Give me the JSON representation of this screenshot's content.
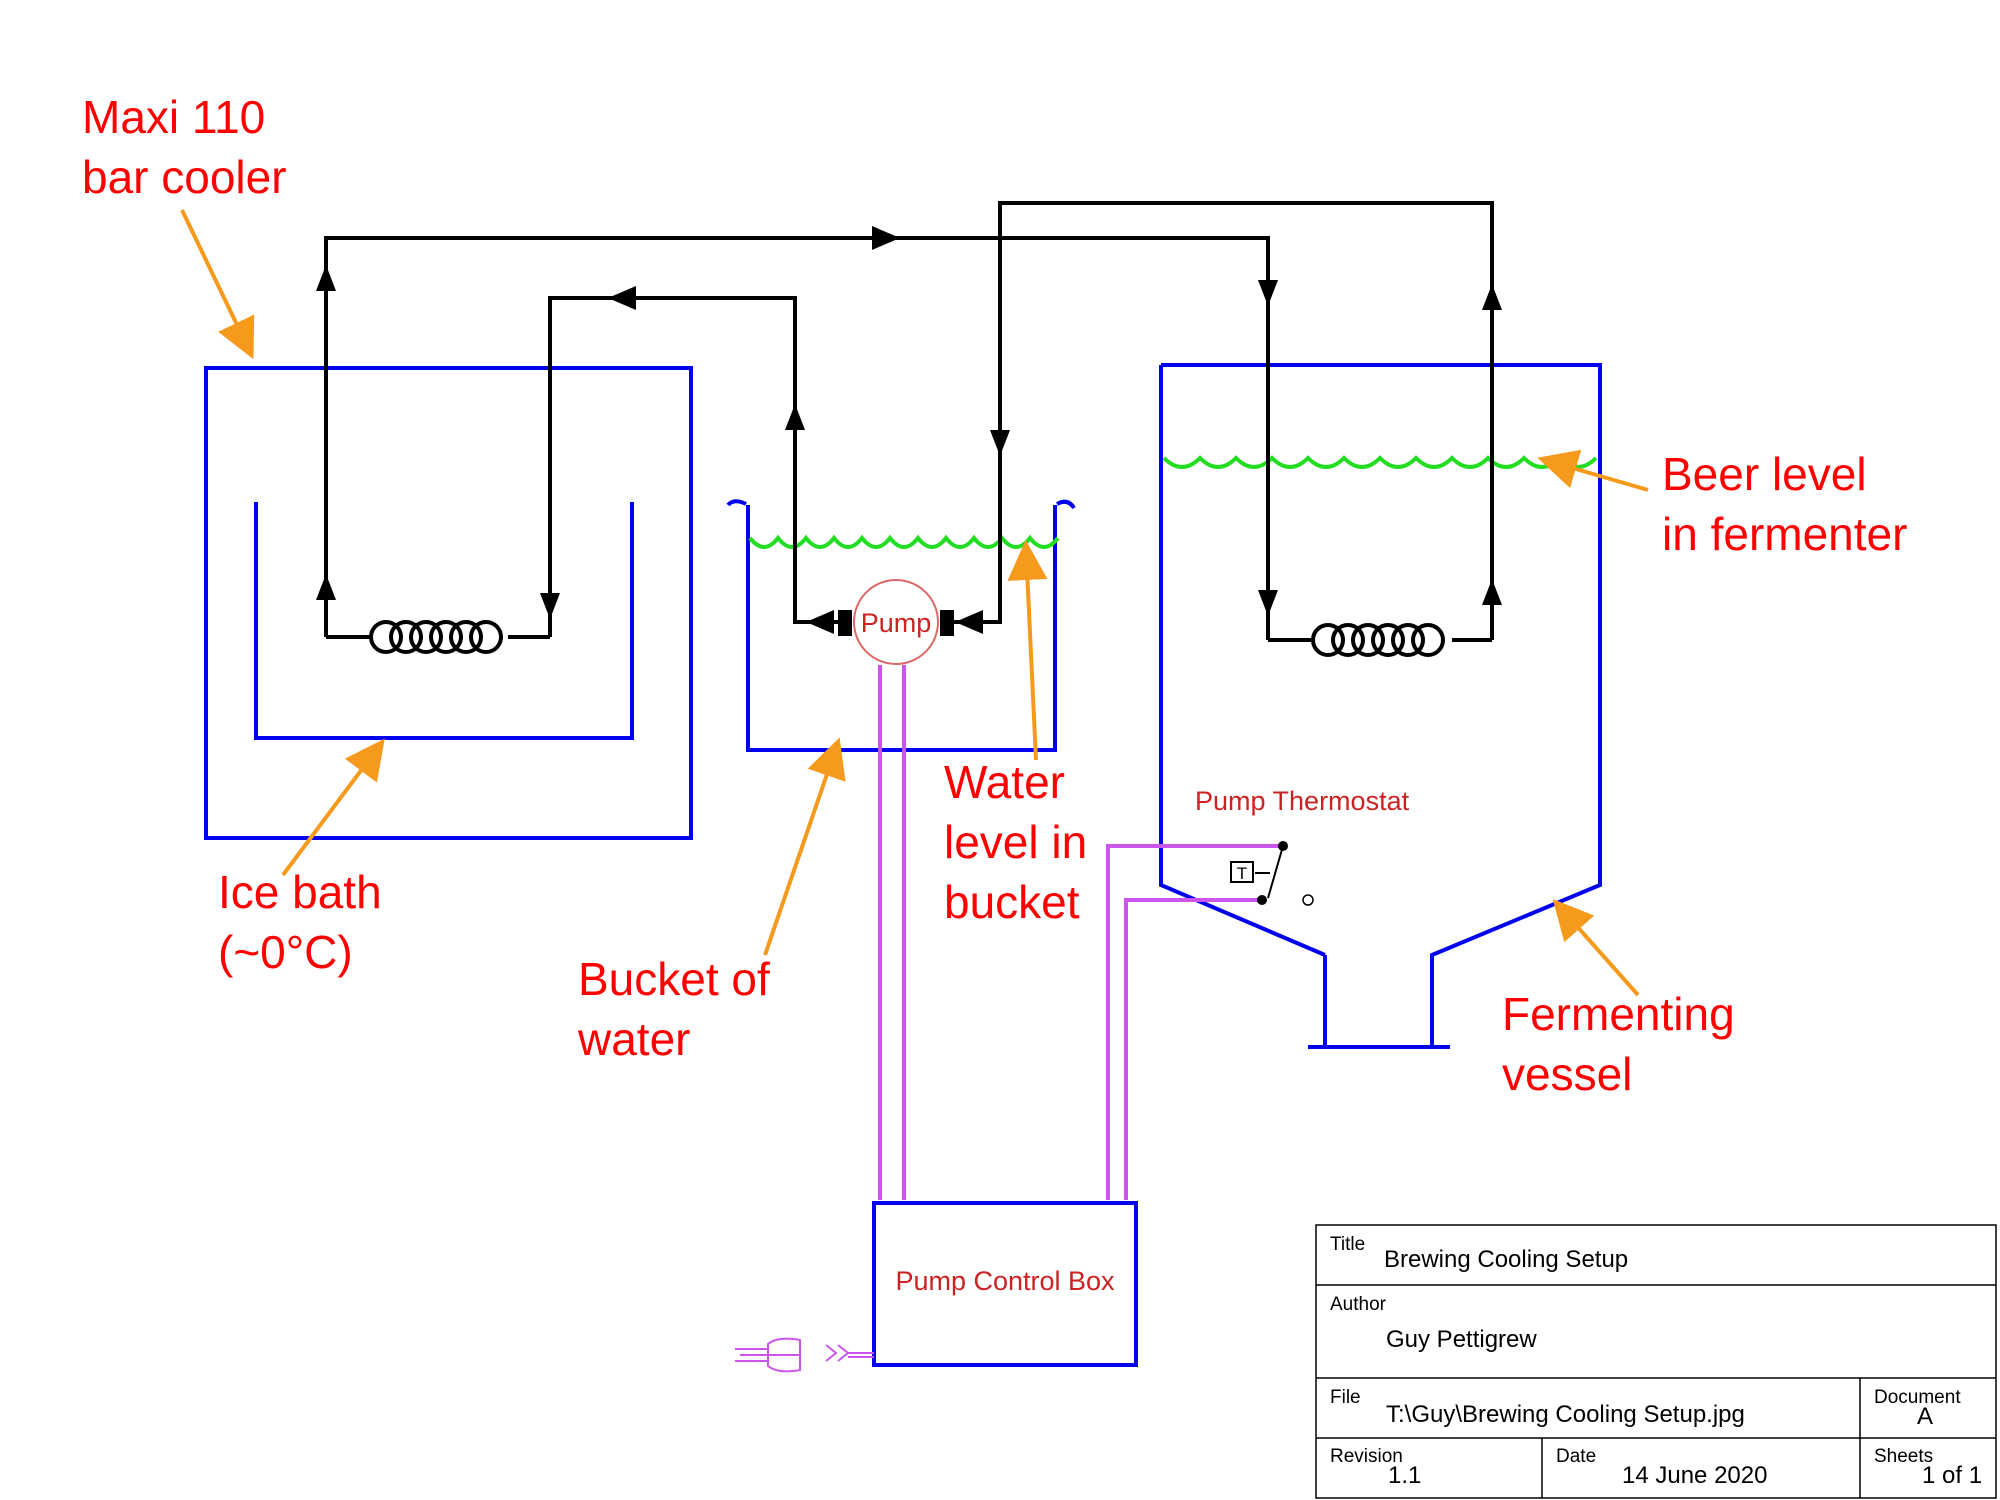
{
  "callouts": {
    "cooler_line1": "Maxi 110",
    "cooler_line2": "bar cooler",
    "ice_line1": "Ice bath",
    "ice_line2": "(~0°C)",
    "bucket_line1": "Bucket of",
    "bucket_line2": "water",
    "water_line1": "Water",
    "water_line2": "level in",
    "water_line3": "bucket",
    "beer_line1": "Beer level",
    "beer_line2": "in fermenter",
    "vessel_line1": "Fermenting",
    "vessel_line2": "vessel"
  },
  "components": {
    "pump": "Pump",
    "thermostat": "Pump Thermostat",
    "thermostat_symbol": "T",
    "control_box": "Pump Control Box"
  },
  "title_block": {
    "title_label": "Title",
    "title_value": "Brewing Cooling Setup",
    "author_label": "Author",
    "author_value": "Guy Pettigrew",
    "file_label": "File",
    "file_value": "T:\\Guy\\Brewing Cooling Setup.jpg",
    "document_label": "Document",
    "document_value": "A",
    "revision_label": "Revision",
    "revision_value": "1.1",
    "date_label": "Date",
    "date_value": "14 June 2020",
    "sheets_label": "Sheets",
    "sheets_value": "1 of 1"
  },
  "colors": {
    "callout_text": "#ff0000",
    "vessels": "#0000ee",
    "pipes": "#000000",
    "wiring": "#cc55ee",
    "leader_arrows": "#f59a1c",
    "liquid_level": "#22dd22"
  }
}
